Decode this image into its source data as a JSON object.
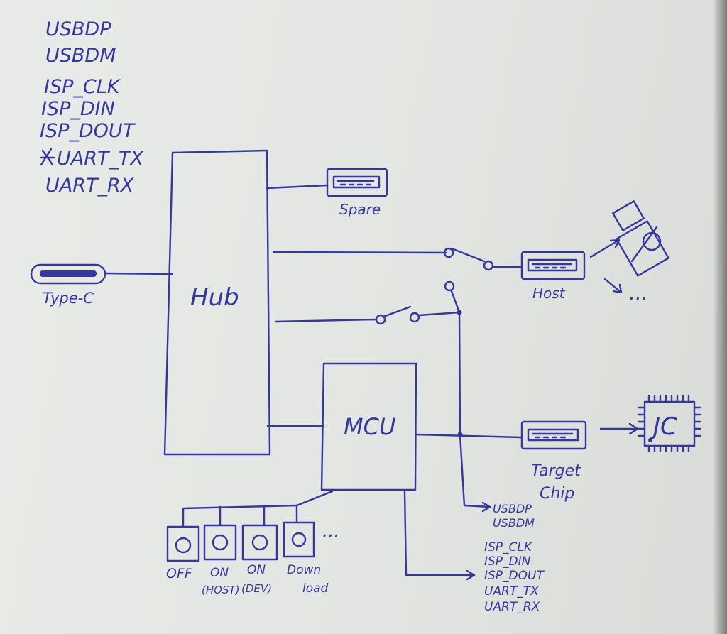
{
  "signal_list": [
    "USBDP",
    "USBDM",
    "ISP_CLK",
    "ISP_DIN",
    "ISP_DOUT",
    "UART_TX",
    "UART_RX"
  ],
  "hub": {
    "label": "Hub"
  },
  "mcu": {
    "label": "MCU"
  },
  "type_c": {
    "label": "Type-C"
  },
  "spare": {
    "label": "Spare"
  },
  "host": {
    "label": "Host",
    "more": "..."
  },
  "target": {
    "label_line1": "Target",
    "label_line2": "Chip",
    "chip_text": "JC"
  },
  "usb_outputs": [
    "USBDP",
    "USBDM"
  ],
  "isp_outputs": [
    "ISP_CLK",
    "ISP_DIN",
    "ISP_DOUT",
    "UART_TX",
    "UART_RX"
  ],
  "buttons": [
    {
      "line1": "OFF",
      "line2": ""
    },
    {
      "line1": "ON",
      "line2": "(HOST)"
    },
    {
      "line1": "ON",
      "line2": "(DEV)"
    },
    {
      "line1": "Down",
      "line2": "load"
    }
  ],
  "buttons_more": "...",
  "colors": {
    "ink": "#34379c",
    "paper": "#e6e8e5"
  }
}
